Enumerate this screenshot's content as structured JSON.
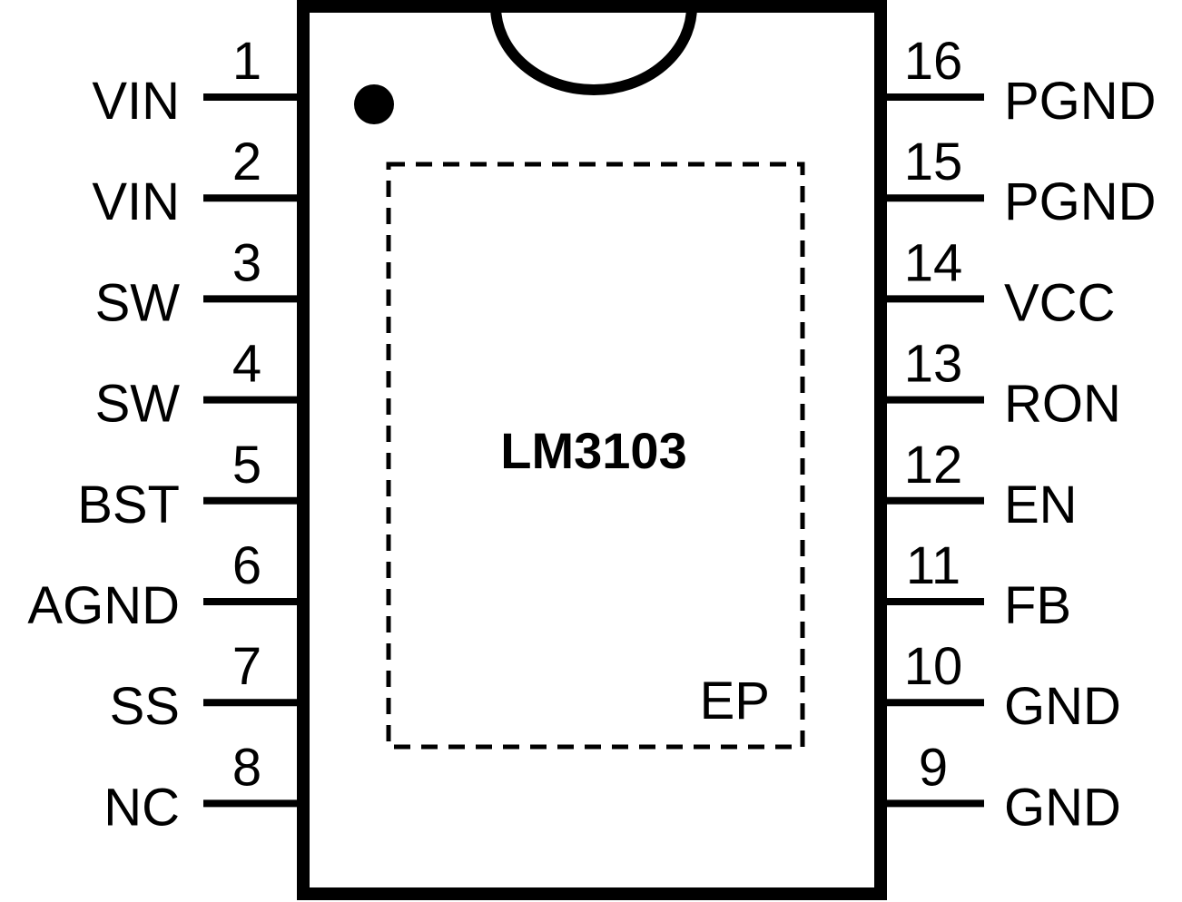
{
  "chip": {
    "part_number": "LM3103",
    "exposed_pad_label": "EP"
  },
  "pins_left": [
    {
      "number": "1",
      "name": "VIN"
    },
    {
      "number": "2",
      "name": "VIN"
    },
    {
      "number": "3",
      "name": "SW"
    },
    {
      "number": "4",
      "name": "SW"
    },
    {
      "number": "5",
      "name": "BST"
    },
    {
      "number": "6",
      "name": "AGND"
    },
    {
      "number": "7",
      "name": "SS"
    },
    {
      "number": "8",
      "name": "NC"
    }
  ],
  "pins_right": [
    {
      "number": "16",
      "name": "PGND"
    },
    {
      "number": "15",
      "name": "PGND"
    },
    {
      "number": "14",
      "name": "VCC"
    },
    {
      "number": "13",
      "name": "RON"
    },
    {
      "number": "12",
      "name": "EN"
    },
    {
      "number": "11",
      "name": "FB"
    },
    {
      "number": "10",
      "name": "GND"
    },
    {
      "number": "9",
      "name": "GND"
    }
  ]
}
